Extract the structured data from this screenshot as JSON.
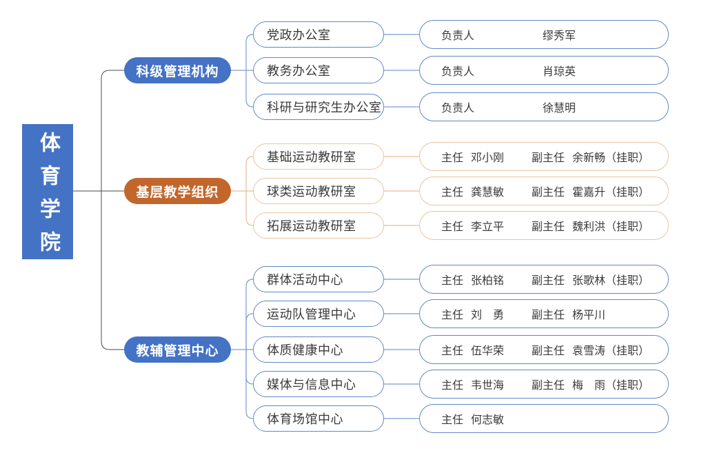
{
  "root": {
    "label": "体育学院"
  },
  "branches": [
    {
      "label": "科级管理机构",
      "color": "#4472C4",
      "children": [
        {
          "label": "党政办公室",
          "roles": [
            {
              "role": "负责人",
              "name": "缪秀军"
            }
          ]
        },
        {
          "label": "教务办公室",
          "roles": [
            {
              "role": "负责人",
              "name": "肖琼英"
            }
          ]
        },
        {
          "label": "科研与研究生办公室",
          "roles": [
            {
              "role": "负责人",
              "name": "徐慧明"
            }
          ]
        }
      ]
    },
    {
      "label": "基层教学组织",
      "color": "#C2662C",
      "children": [
        {
          "label": "基础运动教研室",
          "roles": [
            {
              "role": "主任",
              "name": "邓小刚"
            },
            {
              "role": "副主任",
              "name": "余新畅（挂职）"
            }
          ]
        },
        {
          "label": "球类运动教研室",
          "roles": [
            {
              "role": "主任",
              "name": "龚慧敏"
            },
            {
              "role": "副主任",
              "name": "霍嘉升（挂职）"
            }
          ]
        },
        {
          "label": "拓展运动教研室",
          "roles": [
            {
              "role": "主任",
              "name": "李立平"
            },
            {
              "role": "副主任",
              "name": "魏利洪（挂职）"
            }
          ]
        }
      ]
    },
    {
      "label": "教辅管理中心",
      "color": "#4472C4",
      "children": [
        {
          "label": "群体活动中心",
          "roles": [
            {
              "role": "主任",
              "name": "张柏铭"
            },
            {
              "role": "副主任",
              "name": "张歌林（挂职）"
            }
          ]
        },
        {
          "label": "运动队管理中心",
          "roles": [
            {
              "role": "主任",
              "name": "刘　勇"
            },
            {
              "role": "副主任",
              "name": "杨平川"
            }
          ]
        },
        {
          "label": "体质健康中心",
          "roles": [
            {
              "role": "主任",
              "name": "伍华荣"
            },
            {
              "role": "副主任",
              "name": "袁雪涛（挂职）"
            }
          ]
        },
        {
          "label": "媒体与信息中心",
          "roles": [
            {
              "role": "主任",
              "name": "韦世海"
            },
            {
              "role": "副主任",
              "name": "梅　雨（挂职）"
            }
          ]
        },
        {
          "label": "体育场馆中心",
          "roles": [
            {
              "role": "主任",
              "name": "何志敏"
            }
          ]
        }
      ]
    }
  ],
  "palette": {
    "blue_fill": "#4472C4",
    "orange_fill": "#C2662C",
    "blue_line": "#7D9BD2",
    "orange_line": "#E8BE97",
    "dark_line": "#4A4A4A",
    "text": "#3A3A3A"
  }
}
